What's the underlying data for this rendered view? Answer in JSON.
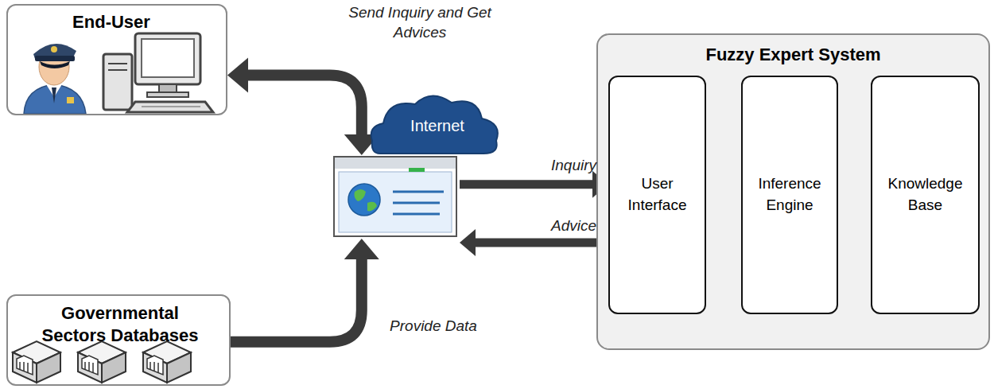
{
  "diagram": {
    "nodes": [
      {
        "text": [
          "End-User"
        ]
      },
      {
        "text": [
          "Governmental Sectors Databases"
        ]
      },
      {
        "text": [
          "Internet"
        ]
      },
      {
        "text": [
          "Fuzzy Expert System"
        ]
      },
      {
        "text": [
          "User Interface"
        ],
        "in": 3
      },
      {
        "text": [
          "Inference Engine"
        ],
        "in": 3
      },
      {
        "text": [
          "Knowledge Base"
        ],
        "in": 3
      }
    ],
    "edges": [
      {
        "from": 0,
        "to": 2,
        "arrow": "both",
        "label": "Send Inquiry and Get Advices"
      },
      {
        "from": 1,
        "to": 2,
        "arrow": "to",
        "label": "Provide Data"
      },
      {
        "from": 2,
        "to": 4,
        "arrow": "to",
        "label": "Inquiry"
      },
      {
        "from": 4,
        "to": 2,
        "arrow": "to",
        "label": "Advice"
      },
      {
        "from": 4,
        "to": 5,
        "arrow": "both"
      },
      {
        "from": 6,
        "to": 5,
        "arrow": "to"
      }
    ]
  }
}
